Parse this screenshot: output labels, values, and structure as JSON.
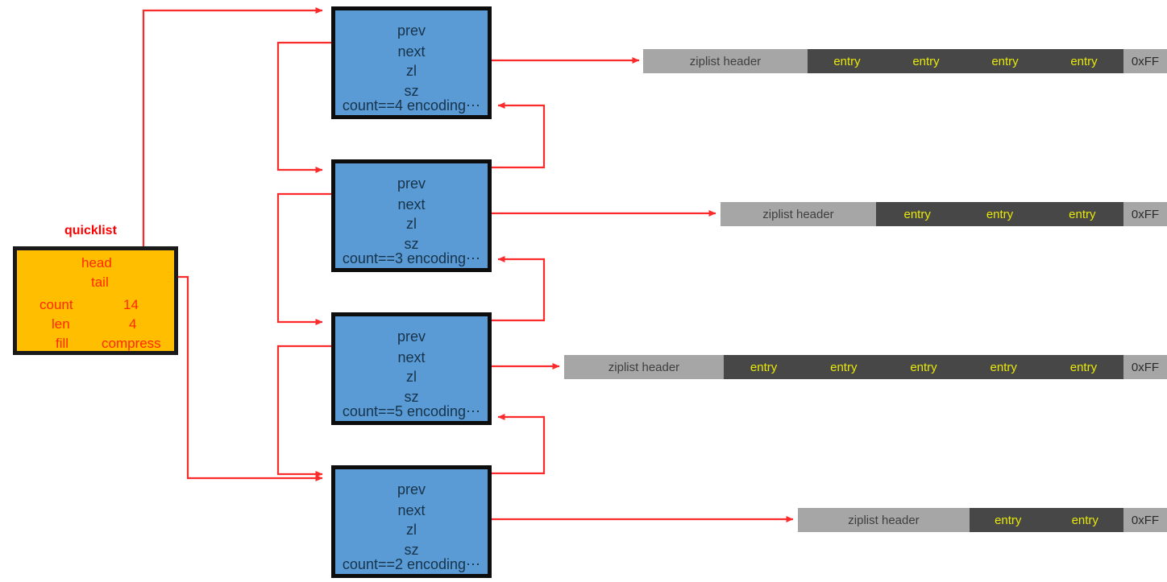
{
  "diagram": {
    "title": "redis quicklist structure",
    "colors": {
      "arrow": "#fc2b2b",
      "node_fill": "#5b9bd5",
      "quicklist_fill": "#ffbe00",
      "quicklist_text": "#ff2a00",
      "zip_header_fill": "#a6a6a6",
      "zip_entries_fill": "#474747",
      "zip_entry_text": "#e8e80a"
    }
  },
  "quicklist": {
    "label": "quicklist",
    "fields": [
      {
        "name": "head",
        "value": ""
      },
      {
        "name": "tail",
        "value": ""
      },
      {
        "name": "count",
        "value": "14"
      },
      {
        "name": "len",
        "value": "4"
      },
      {
        "name": "fill",
        "value": "compress"
      }
    ]
  },
  "nodes": [
    {
      "prev": "prev",
      "next": "next",
      "zl": "zl",
      "sz": "sz",
      "footer": "count==4  encoding⋯",
      "count_label": "count==4",
      "encoding_label": "encoding⋯"
    },
    {
      "prev": "prev",
      "next": "next",
      "zl": "zl",
      "sz": "sz",
      "footer": "count==3  encoding⋯",
      "count_label": "count==3",
      "encoding_label": "encoding⋯"
    },
    {
      "prev": "prev",
      "next": "next",
      "zl": "zl",
      "sz": "sz",
      "footer": "count==5  encoding⋯",
      "count_label": "count==5",
      "encoding_label": "encoding⋯"
    },
    {
      "prev": "prev",
      "next": "next",
      "zl": "zl",
      "sz": "sz",
      "footer": "count==2  encoding⋯",
      "count_label": "count==2",
      "encoding_label": "encoding⋯"
    }
  ],
  "ziplists": [
    {
      "header": "ziplist header",
      "entries": [
        "entry",
        "entry",
        "entry",
        "entry"
      ],
      "end": "0xFF",
      "entry_count": 4
    },
    {
      "header": "ziplist header",
      "entries": [
        "entry",
        "entry",
        "entry"
      ],
      "end": "0xFF",
      "entry_count": 3
    },
    {
      "header": "ziplist header",
      "entries": [
        "entry",
        "entry",
        "entry",
        "entry",
        "entry"
      ],
      "end": "0xFF",
      "entry_count": 5
    },
    {
      "header": "ziplist header",
      "entries": [
        "entry",
        "entry"
      ],
      "end": "0xFF",
      "entry_count": 2
    }
  ]
}
